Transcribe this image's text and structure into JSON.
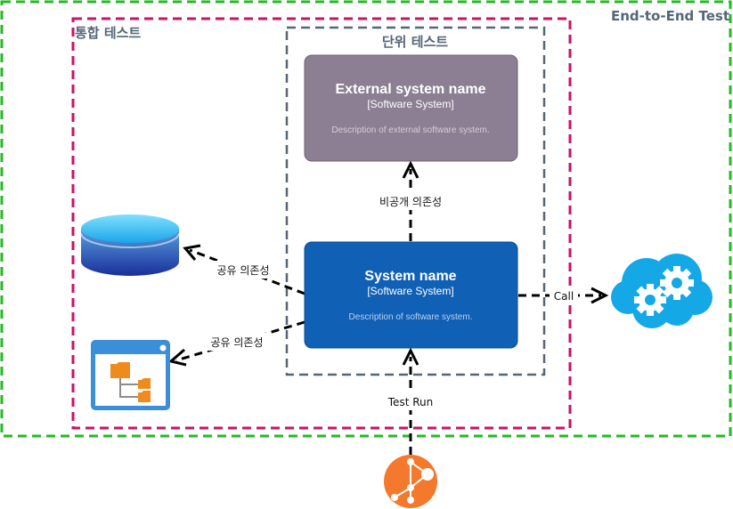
{
  "boundaries": {
    "e2e": {
      "label": "End-to-End Test",
      "color": "#22bb22"
    },
    "integration": {
      "label": "통합 테스트",
      "color": "#cc1166"
    },
    "unit": {
      "label": "단위 테스트",
      "color": "#556677"
    }
  },
  "boxes": {
    "external": {
      "title": "External system name",
      "subtitle": "[Software System]",
      "description": "Description of external software system.",
      "fill": "#8c7f93"
    },
    "system": {
      "title": "System name",
      "subtitle": "[Software System]",
      "description": "Description of software system.",
      "fill": "#1060b6"
    }
  },
  "edges": {
    "private_dep": "비공개 의존성",
    "shared_db": "공유 의존성",
    "shared_app": "공유 의존성",
    "call": "Call",
    "test_run": "Test Run"
  },
  "icons": {
    "database": "database-icon",
    "app_window": "hierarchy-window-icon",
    "cloud": "cloud-gears-icon",
    "test_runner": "git-branch-icon"
  }
}
